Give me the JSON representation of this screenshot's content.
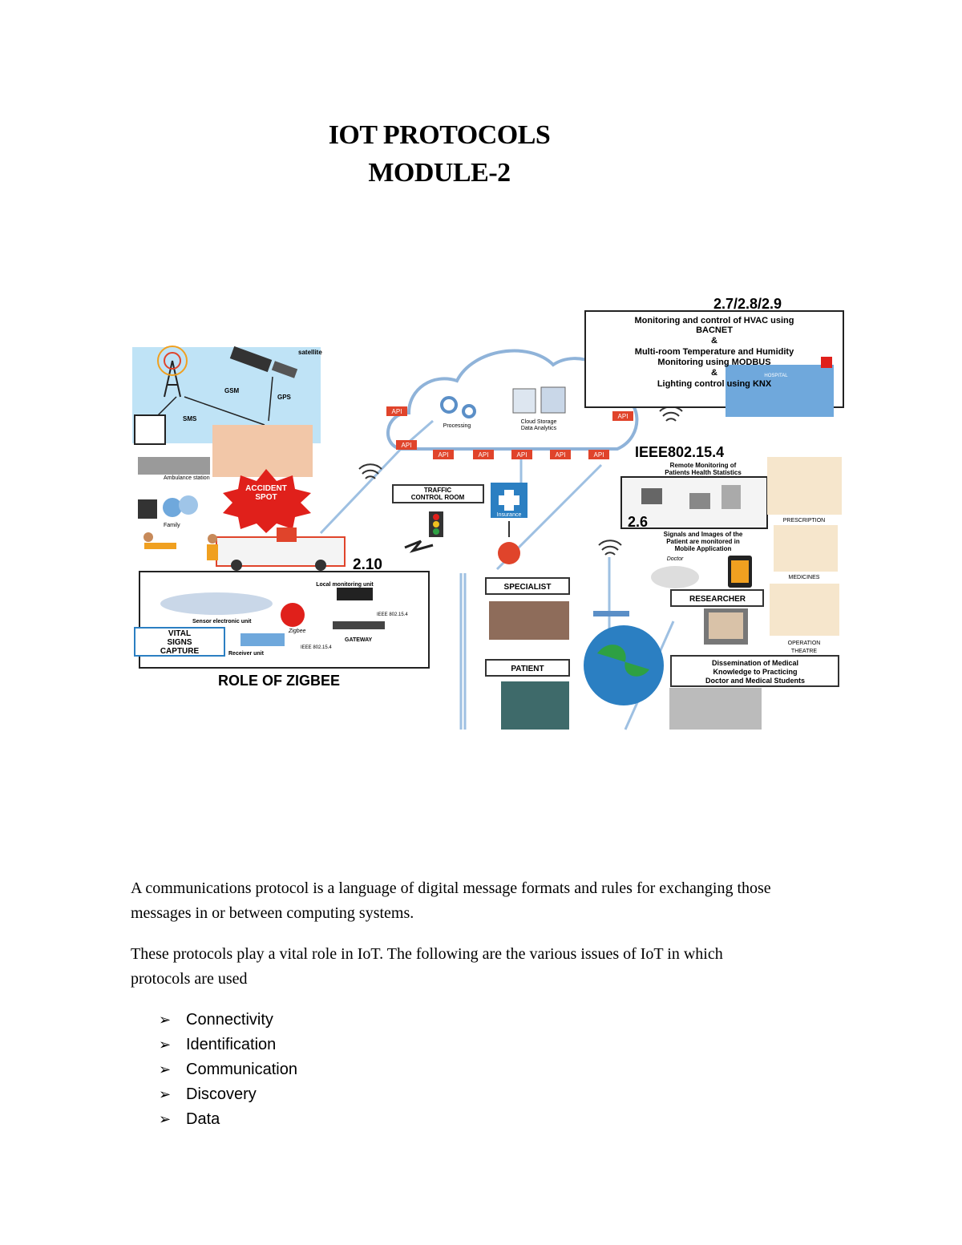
{
  "title_line1": "IOT PROTOCOLS",
  "title_line2": "MODULE-2",
  "figure": {
    "label_hvac_ref": "2.7/2.8/2.9",
    "hvac_line1": "Monitoring and control of HVAC using",
    "hvac_line2": "BACNET",
    "hvac_amp1": "&",
    "hvac_line3": "Multi-room Temperature and Humidity",
    "hvac_line4": "Monitoring using MODBUS",
    "hvac_amp2": "&",
    "hvac_line5": "Lighting control using KNX",
    "hospital": "HOSPITAL",
    "satellite": "satellite",
    "gsm": "GSM",
    "gps": "GPS",
    "sms": "SMS",
    "ambulance_station": "Ambulance station",
    "family": "Family",
    "accident_line1": "ACCIDENT",
    "accident_line2": "SPOT",
    "api": "API",
    "processing": "Processing",
    "cloud_line1": "Cloud Storage",
    "cloud_line2": "Data Analytics",
    "traffic_line1": "TRAFFIC",
    "traffic_line2": "CONTROL ROOM",
    "insurance": "Insurance",
    "ieee_title": "IEEE802.15.4",
    "remote_line1": "Remote Monitoring of",
    "remote_line2": "Patients Health Statistics",
    "label_26": "2.6",
    "signals_line1": "Signals and Images of the",
    "signals_line2": "Patient are monitored in",
    "signals_line3": "Mobile Application",
    "doctor": "Doctor",
    "prescription": "PRESCRIPTION",
    "medicines": "MEDICINES",
    "operation_line1": "OPERATION",
    "operation_line2": "THEATRE",
    "label_210": "2.10",
    "local_monitoring": "Local monitoring unit",
    "sensor_unit": "Sensor electronic unit",
    "zigbee_small": "Zigbee",
    "ieee_small1": "IEEE 802.15.4",
    "gateway": "GATEWAY",
    "receiver_unit": "Receiver unit",
    "ieee_small2": "IEEE 802.15.4",
    "vital_line1": "VITAL",
    "vital_line2": "SIGNS",
    "vital_line3": "CAPTURE",
    "role_zigbee": "ROLE OF ZIGBEE",
    "specialist": "SPECIALIST",
    "patient": "PATIENT",
    "researcher": "RESEARCHER",
    "dissem_line1": "Dissemination of Medical",
    "dissem_line2": "Knowledge to Practicing",
    "dissem_line3": "Doctor and Medical Students"
  },
  "paragraph1": "A communications protocol is a language of digital message formats and rules  for exchanging those messages in or between computing systems.",
  "paragraph2": "These protocols play a vital role in IoT. The following are the various issues of IoT in which protocols are used",
  "bullets": [
    "Connectivity",
    "Identification",
    "Communication",
    "Discovery",
    "Data"
  ],
  "colors": {
    "cloud_outline": "#8fb3d9",
    "api_tag": "#e0442b",
    "accident_star": "#e0201b",
    "sky_panel": "#bfe3f6",
    "insurance_box": "#2b7fc2"
  }
}
